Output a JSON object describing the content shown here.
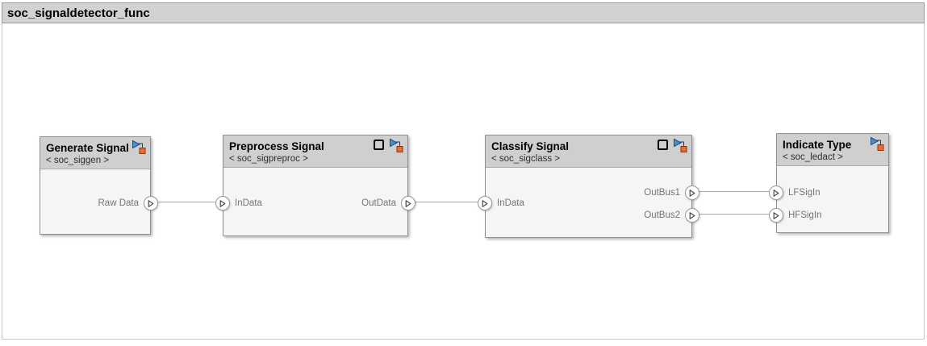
{
  "window": {
    "title": "soc_signaldetector_func"
  },
  "blocks": [
    {
      "title": "Generate Signal",
      "subtitle": "< soc_siggen >",
      "has_checkbox": false,
      "has_model_badge": true,
      "inputs": [],
      "outputs": [
        {
          "label": "Raw Data"
        }
      ]
    },
    {
      "title": "Preprocess Signal",
      "subtitle": "< soc_sigpreproc >",
      "has_checkbox": true,
      "has_model_badge": true,
      "inputs": [
        {
          "label": "InData"
        }
      ],
      "outputs": [
        {
          "label": "OutData"
        }
      ]
    },
    {
      "title": "Classify Signal",
      "subtitle": "< soc_sigclass >",
      "has_checkbox": true,
      "has_model_badge": true,
      "inputs": [
        {
          "label": "InData"
        }
      ],
      "outputs": [
        {
          "label": "OutBus1"
        },
        {
          "label": "OutBus2"
        }
      ]
    },
    {
      "title": "Indicate Type",
      "subtitle": "< soc_ledact >",
      "has_checkbox": false,
      "has_model_badge": true,
      "inputs": [
        {
          "label": "LFSigIn"
        },
        {
          "label": "HFSigIn"
        }
      ],
      "outputs": []
    }
  ],
  "connections": [
    {
      "from": "Generate Signal / Raw Data",
      "to": "Preprocess Signal / InData"
    },
    {
      "from": "Preprocess Signal / OutData",
      "to": "Classify Signal / InData"
    },
    {
      "from": "Classify Signal / OutBus1",
      "to": "Indicate Type / LFSigIn"
    },
    {
      "from": "Classify Signal / OutBus2",
      "to": "Indicate Type / HFSigIn"
    }
  ],
  "colors": {
    "titlebar_bg": "#d2d2d2",
    "block_header_bg": "#cfcfcf",
    "block_body_bg": "#f5f5f5",
    "block_border": "#8f8f8f",
    "wire": "#a8a8a8",
    "port_label": "#757575",
    "badge_blue": "#4b8fd5",
    "badge_orange": "#ee6a31"
  }
}
